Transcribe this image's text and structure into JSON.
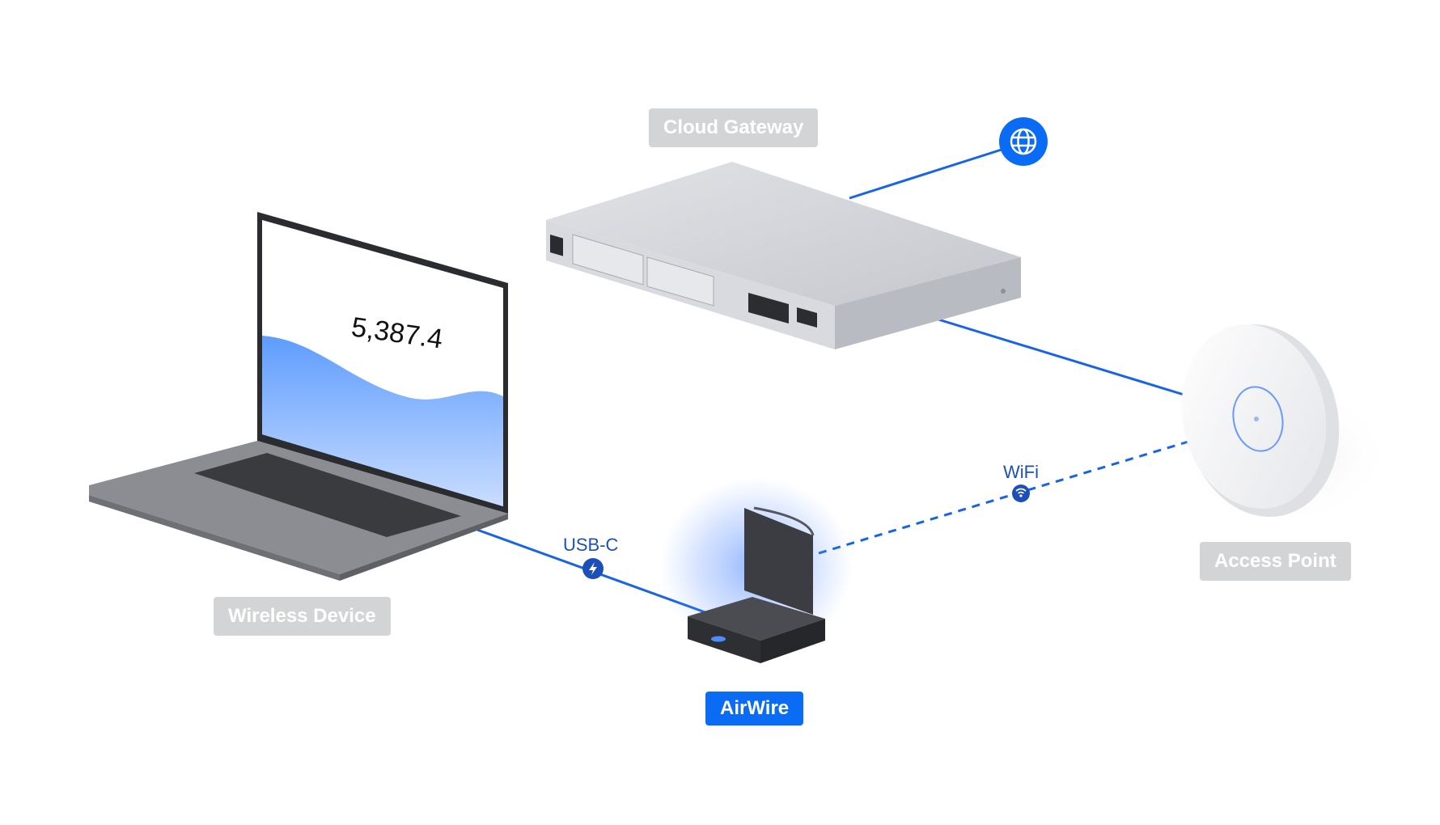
{
  "nodes": {
    "cloud_gateway": "Cloud Gateway",
    "wireless_device": "Wireless Device",
    "airwire": "AirWire",
    "access_point": "Access Point"
  },
  "edges": {
    "usb": "USB-C",
    "wifi": "WiFi"
  },
  "laptop_screen": {
    "speed": "5,387.4"
  },
  "colors": {
    "accent": "#0a6cf5",
    "link": "#1764e8",
    "tag_gray": "#d3d4d6",
    "device_gray": "#c9cbd1",
    "laptop_body": "#8b8d93",
    "airwire_body": "#3b3d42"
  },
  "icons": [
    "globe-icon",
    "lightning-icon",
    "wifi-icon"
  ]
}
